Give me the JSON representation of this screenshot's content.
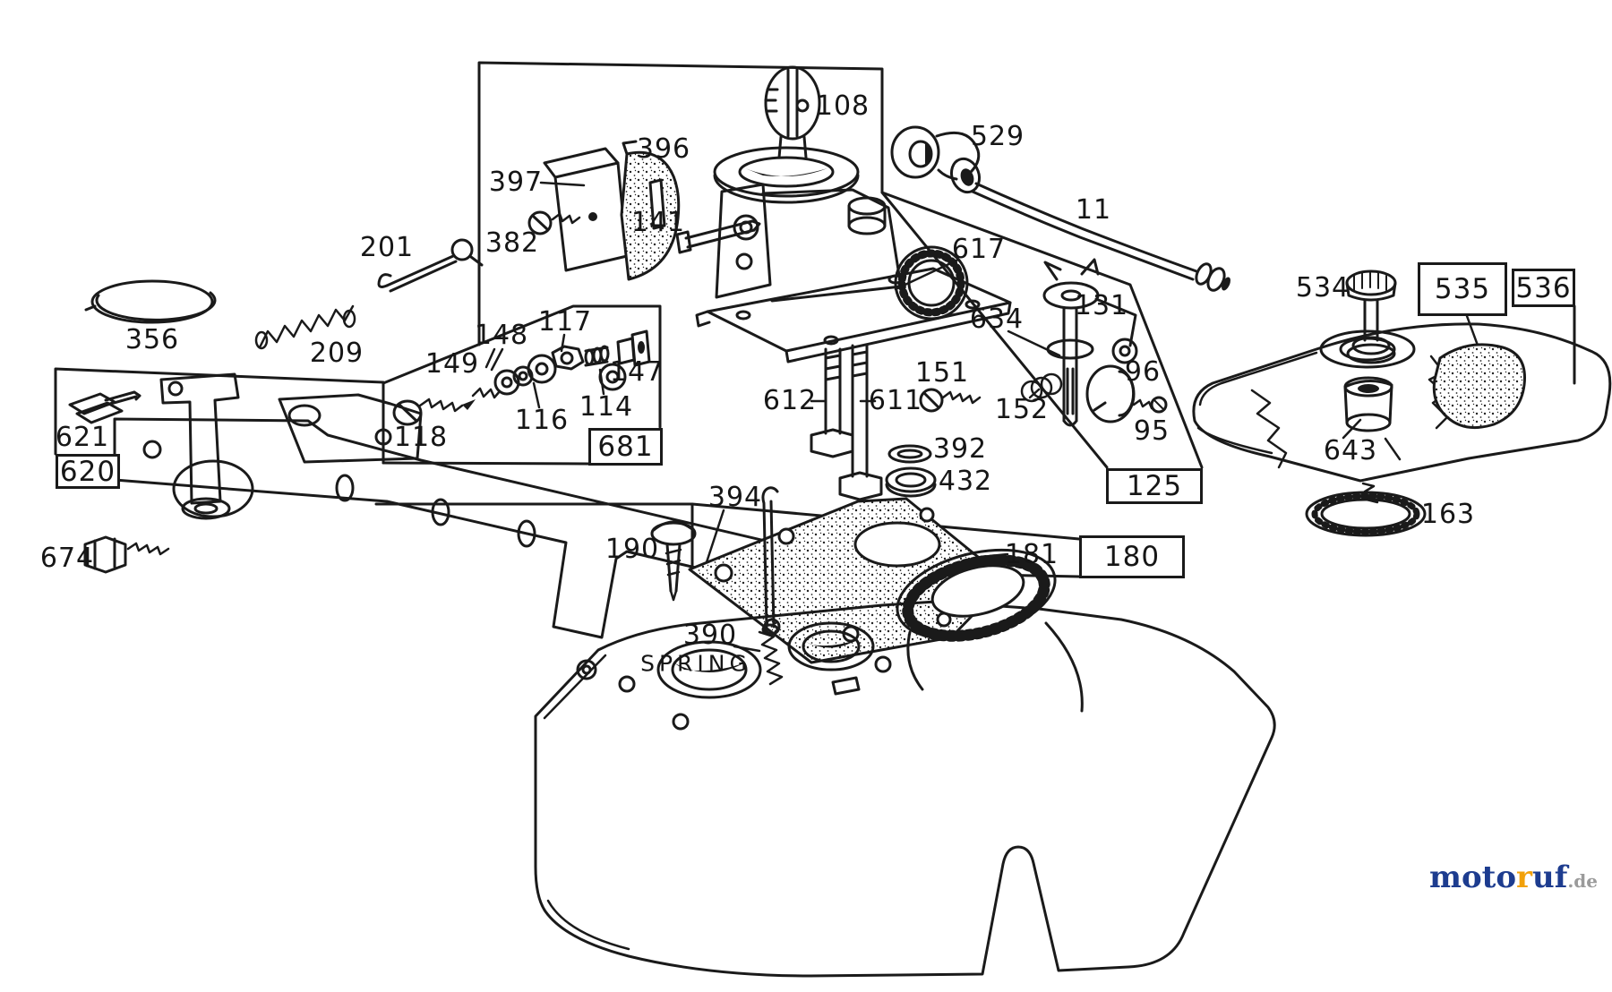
{
  "page": {
    "background": "#ffffff",
    "ink": "#1a1a1a"
  },
  "diagram": {
    "part_labels": {
      "p108": "108",
      "p396": "396",
      "p397": "397",
      "p382": "382",
      "p141": "141",
      "p201": "201",
      "p529": "529",
      "p11": "11",
      "p617": "617",
      "p612": "612",
      "p611": "611",
      "p634": "634",
      "p131": "131",
      "p151": "151",
      "p152": "152",
      "p96": "96",
      "p95": "95",
      "p392": "392",
      "p432": "432",
      "p356": "356",
      "p209": "209",
      "p621": "621",
      "p674": "674",
      "p148": "148",
      "p117": "117",
      "p149": "149",
      "p147": "147",
      "p116": "116",
      "p114": "114",
      "p118": "118",
      "p394": "394",
      "p190": "190",
      "p390": "390",
      "p181": "181",
      "p534": "534",
      "p643": "643",
      "p163": "163"
    },
    "assembly_boxes": {
      "p620": "620",
      "p681": "681",
      "p125": "125",
      "p180": "180",
      "p535": "535",
      "p536": "536"
    },
    "annotations": {
      "spring_note": "SPRING"
    }
  },
  "watermark": {
    "brand_blue_1": "moto",
    "brand_orange": "r",
    "brand_blue_2": "uf",
    "domain_suffix": ".de",
    "color_blue": "#1d3c8f",
    "color_orange": "#f2a10a",
    "color_gray": "#9b9b9b"
  }
}
